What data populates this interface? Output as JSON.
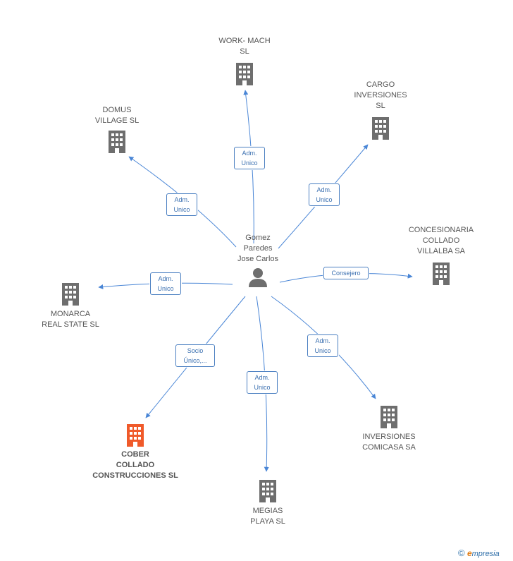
{
  "center": {
    "name": "Gomez\nParedes\nJose Carlos"
  },
  "nodes": [
    {
      "id": "work-mach",
      "name": "WORK- MACH\nSL"
    },
    {
      "id": "cargo",
      "name": "CARGO\nINVERSIONES\nSL"
    },
    {
      "id": "domus",
      "name": "DOMUS\nVILLAGE SL"
    },
    {
      "id": "concesionaria",
      "name": "CONCESIONARIA\nCOLLADO\nVILLALBA SA"
    },
    {
      "id": "monarca",
      "name": "MONARCA\nREAL STATE SL"
    },
    {
      "id": "cober",
      "name": "COBER\nCOLLADO\nCONSTRUCCIONES SL"
    },
    {
      "id": "inversiones-comicasa",
      "name": "INVERSIONES\nCOMICASA SA"
    },
    {
      "id": "megias",
      "name": "MEGIAS\nPLAYA SL"
    }
  ],
  "edges": [
    {
      "to": "work-mach",
      "label": "Adm.\nUnico"
    },
    {
      "to": "cargo",
      "label": "Adm.\nUnico"
    },
    {
      "to": "domus",
      "label": "Adm.\nUnico"
    },
    {
      "to": "concesionaria",
      "label": "Consejero"
    },
    {
      "to": "monarca",
      "label": "Adm.\nUnico"
    },
    {
      "to": "cober",
      "label": "Socio\nÚnico,..."
    },
    {
      "to": "inversiones-comicasa",
      "label": "Adm.\nUnico"
    },
    {
      "to": "megias",
      "label": "Adm.\nUnico"
    }
  ],
  "colors": {
    "edge": "#4a86d6",
    "building": "#6e6e6e",
    "highlight": "#f05a2a"
  },
  "footer": {
    "copyright": "©",
    "brand_initial": "e",
    "brand_rest": "mpresia"
  }
}
